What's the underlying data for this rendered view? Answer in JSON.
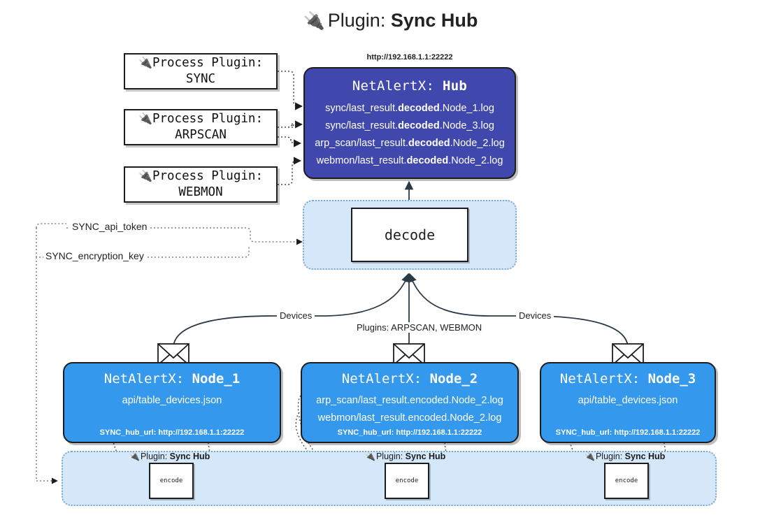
{
  "title": {
    "icon": "plug-icon",
    "prefix": "Plugin:",
    "name": "Sync Hub"
  },
  "process_plugins": [
    {
      "icon": "plug-icon",
      "line1": "Process Plugin:",
      "line2": "SYNC"
    },
    {
      "icon": "plug-icon",
      "line1": "Process Plugin:",
      "line2": "ARPSCAN"
    },
    {
      "icon": "plug-icon",
      "line1": "Process Plugin:",
      "line2": "WEBMON"
    }
  ],
  "hub": {
    "url": "http://192.168.1.1:22222",
    "title_prefix": "NetAlertX:",
    "title_name": "Hub",
    "logs": [
      {
        "pre": "sync/last_result.",
        "em": "decoded",
        "post": ".Node_1.log"
      },
      {
        "pre": "sync/last_result.",
        "em": "decoded",
        "post": ".Node_3.log"
      },
      {
        "pre": "arp_scan/last_result.",
        "em": "decoded",
        "post": ".Node_2.log"
      },
      {
        "pre": "webmon/last_result.",
        "em": "decoded",
        "post": ".Node_2.log"
      }
    ]
  },
  "decode": {
    "label": "decode"
  },
  "secrets": [
    {
      "label": "SYNC_api_token"
    },
    {
      "label": "SYNC_encryption_key"
    }
  ],
  "edge_labels": {
    "left_devices": "Devices",
    "center_plugins": "Plugins: ARPSCAN, WEBMON",
    "right_devices": "Devices"
  },
  "nodes": [
    {
      "title_prefix": "NetAlertX:",
      "title_name": "Node_1",
      "lines": [
        "api/table_devices.json"
      ],
      "footer": "SYNC_hub_url: http://192.168.1.1:22222",
      "envelope_icon": "envelope-icon"
    },
    {
      "title_prefix": "NetAlertX:",
      "title_name": "Node_2",
      "lines": [
        "arp_scan/last_result.encoded.Node_2.log",
        "webmon/last_result.encoded.Node_2.log"
      ],
      "footer": "SYNC_hub_url: http://192.168.1.1:22222",
      "envelope_icon": "envelope-icon"
    },
    {
      "title_prefix": "NetAlertX:",
      "title_name": "Node_3",
      "lines": [
        "api/table_devices.json"
      ],
      "footer": "SYNC_hub_url: http://192.168.1.1:22222",
      "envelope_icon": "envelope-icon"
    }
  ],
  "encoders": [
    {
      "plugin_icon": "plug-icon",
      "plugin_prefix": "Plugin:",
      "plugin_name": "Sync Hub",
      "label": "encode"
    },
    {
      "plugin_icon": "plug-icon",
      "plugin_prefix": "Plugin:",
      "plugin_name": "Sync Hub",
      "label": "encode"
    },
    {
      "plugin_icon": "plug-icon",
      "plugin_prefix": "Plugin:",
      "plugin_name": "Sync Hub",
      "label": "encode"
    }
  ],
  "colors": {
    "hub_fill": "#4148ad",
    "node_fill": "#3498ec",
    "container_fill": "#d4e8fa",
    "container_border": "#7fa9cc",
    "stroke": "#1d1d1d",
    "background": "#ffffff"
  }
}
